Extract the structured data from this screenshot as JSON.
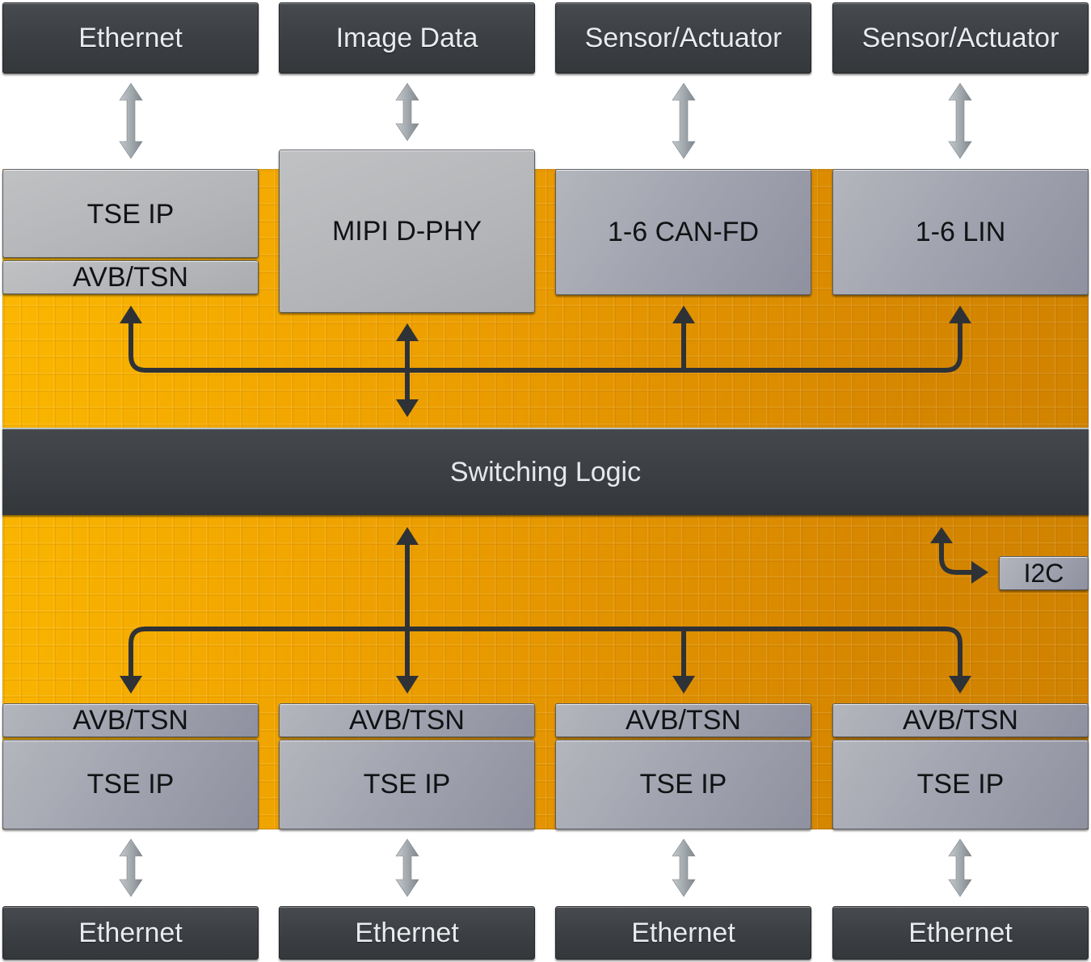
{
  "diagram": {
    "top_interfaces": [
      {
        "label": "Ethernet"
      },
      {
        "label": "Image Data"
      },
      {
        "label": "Sensor/Actuator"
      },
      {
        "label": "Sensor/Actuator"
      }
    ],
    "top_blocks": {
      "tse_ip": "TSE IP",
      "avb_tsn": "AVB/TSN",
      "mipi": "MIPI D-PHY",
      "can_fd": "1-6 CAN-FD",
      "lin": "1-6 LIN"
    },
    "switching_logic": "Switching Logic",
    "i2c": "I2C",
    "bottom_blocks": [
      {
        "avb": "AVB/TSN",
        "tse": "TSE IP"
      },
      {
        "avb": "AVB/TSN",
        "tse": "TSE IP"
      },
      {
        "avb": "AVB/TSN",
        "tse": "TSE IP"
      },
      {
        "avb": "AVB/TSN",
        "tse": "TSE IP"
      }
    ],
    "bottom_interfaces": [
      {
        "label": "Ethernet"
      },
      {
        "label": "Ethernet"
      },
      {
        "label": "Ethernet"
      },
      {
        "label": "Ethernet"
      }
    ],
    "colors": {
      "fpga_fabric": "#f1a500",
      "dark_box": "#3c4044",
      "gray_box": "#acaeb4",
      "internal_arrow": "#2e3236",
      "external_arrow": "#9aa1a6"
    }
  }
}
